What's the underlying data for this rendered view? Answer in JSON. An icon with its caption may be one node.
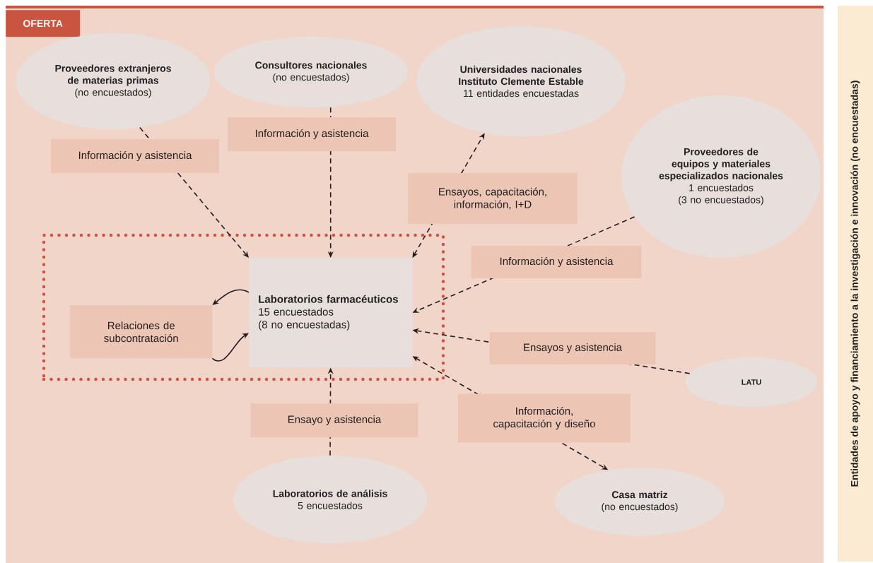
{
  "diagram": {
    "nodes": [
      {
        "text": [
          "OFERTA"
        ]
      },
      {
        "text": [
          "Entidades de apoyo y financiamiento a la investigación e innovación (no encuestadas)"
        ]
      },
      {
        "text": [
          "Proveedores extranjeros de materias primas",
          "(no encuestados)"
        ],
        "in": 0
      },
      {
        "text": [
          "Consultores nacionales",
          "(no encuestados)"
        ],
        "in": 0
      },
      {
        "text": [
          "Universidades nacionales",
          "Instituto Clemente Estable",
          "11 entidades encuestadas"
        ],
        "in": 0
      },
      {
        "text": [
          "Proveedores de equipos y materiales especializados nacionales",
          "1 encuestados",
          "(3 no encuestados)"
        ],
        "in": 0
      },
      {
        "text": [],
        "shape": "box",
        "in": 0
      },
      {
        "text": [
          "Relaciones de subcontratación"
        ],
        "in": 6
      },
      {
        "text": [
          "Laboratorios farmacéuticos",
          "15 encuestados",
          "(8 no encuestadas)"
        ],
        "in": 6
      },
      {
        "text": [
          "LATU"
        ],
        "in": 0
      },
      {
        "text": [
          "Laboratorios de análisis",
          "5 encuestados"
        ],
        "in": 0
      },
      {
        "text": [
          "Casa matriz",
          "(no encuestados)"
        ],
        "in": 0
      }
    ],
    "edges": [
      {
        "from": 2,
        "to": 8,
        "arrow": "to",
        "label": "Información y asistencia",
        "style": "dashed"
      },
      {
        "from": 3,
        "to": 8,
        "arrow": "to",
        "label": "Información y asistencia",
        "style": "dashed"
      },
      {
        "from": 8,
        "to": 4,
        "arrow": "both",
        "label": "Ensayos, capacitación, información, I+D",
        "style": "dashed"
      },
      {
        "from": 5,
        "to": 8,
        "arrow": "to",
        "label": "Información y asistencia",
        "style": "dashed"
      },
      {
        "from": 9,
        "to": 8,
        "arrow": "to",
        "label": "Ensayos y asistencia",
        "style": "dashed"
      },
      {
        "from": 8,
        "to": 11,
        "arrow": "both",
        "label": "Información, capacitación y diseño",
        "style": "dashed"
      },
      {
        "from": 10,
        "to": 8,
        "arrow": "to",
        "label": "Ensayo y asistencia",
        "style": "dashed"
      },
      {
        "from": 8,
        "to": 7,
        "arrow": "to"
      },
      {
        "from": 7,
        "to": 8,
        "arrow": "to"
      }
    ]
  }
}
